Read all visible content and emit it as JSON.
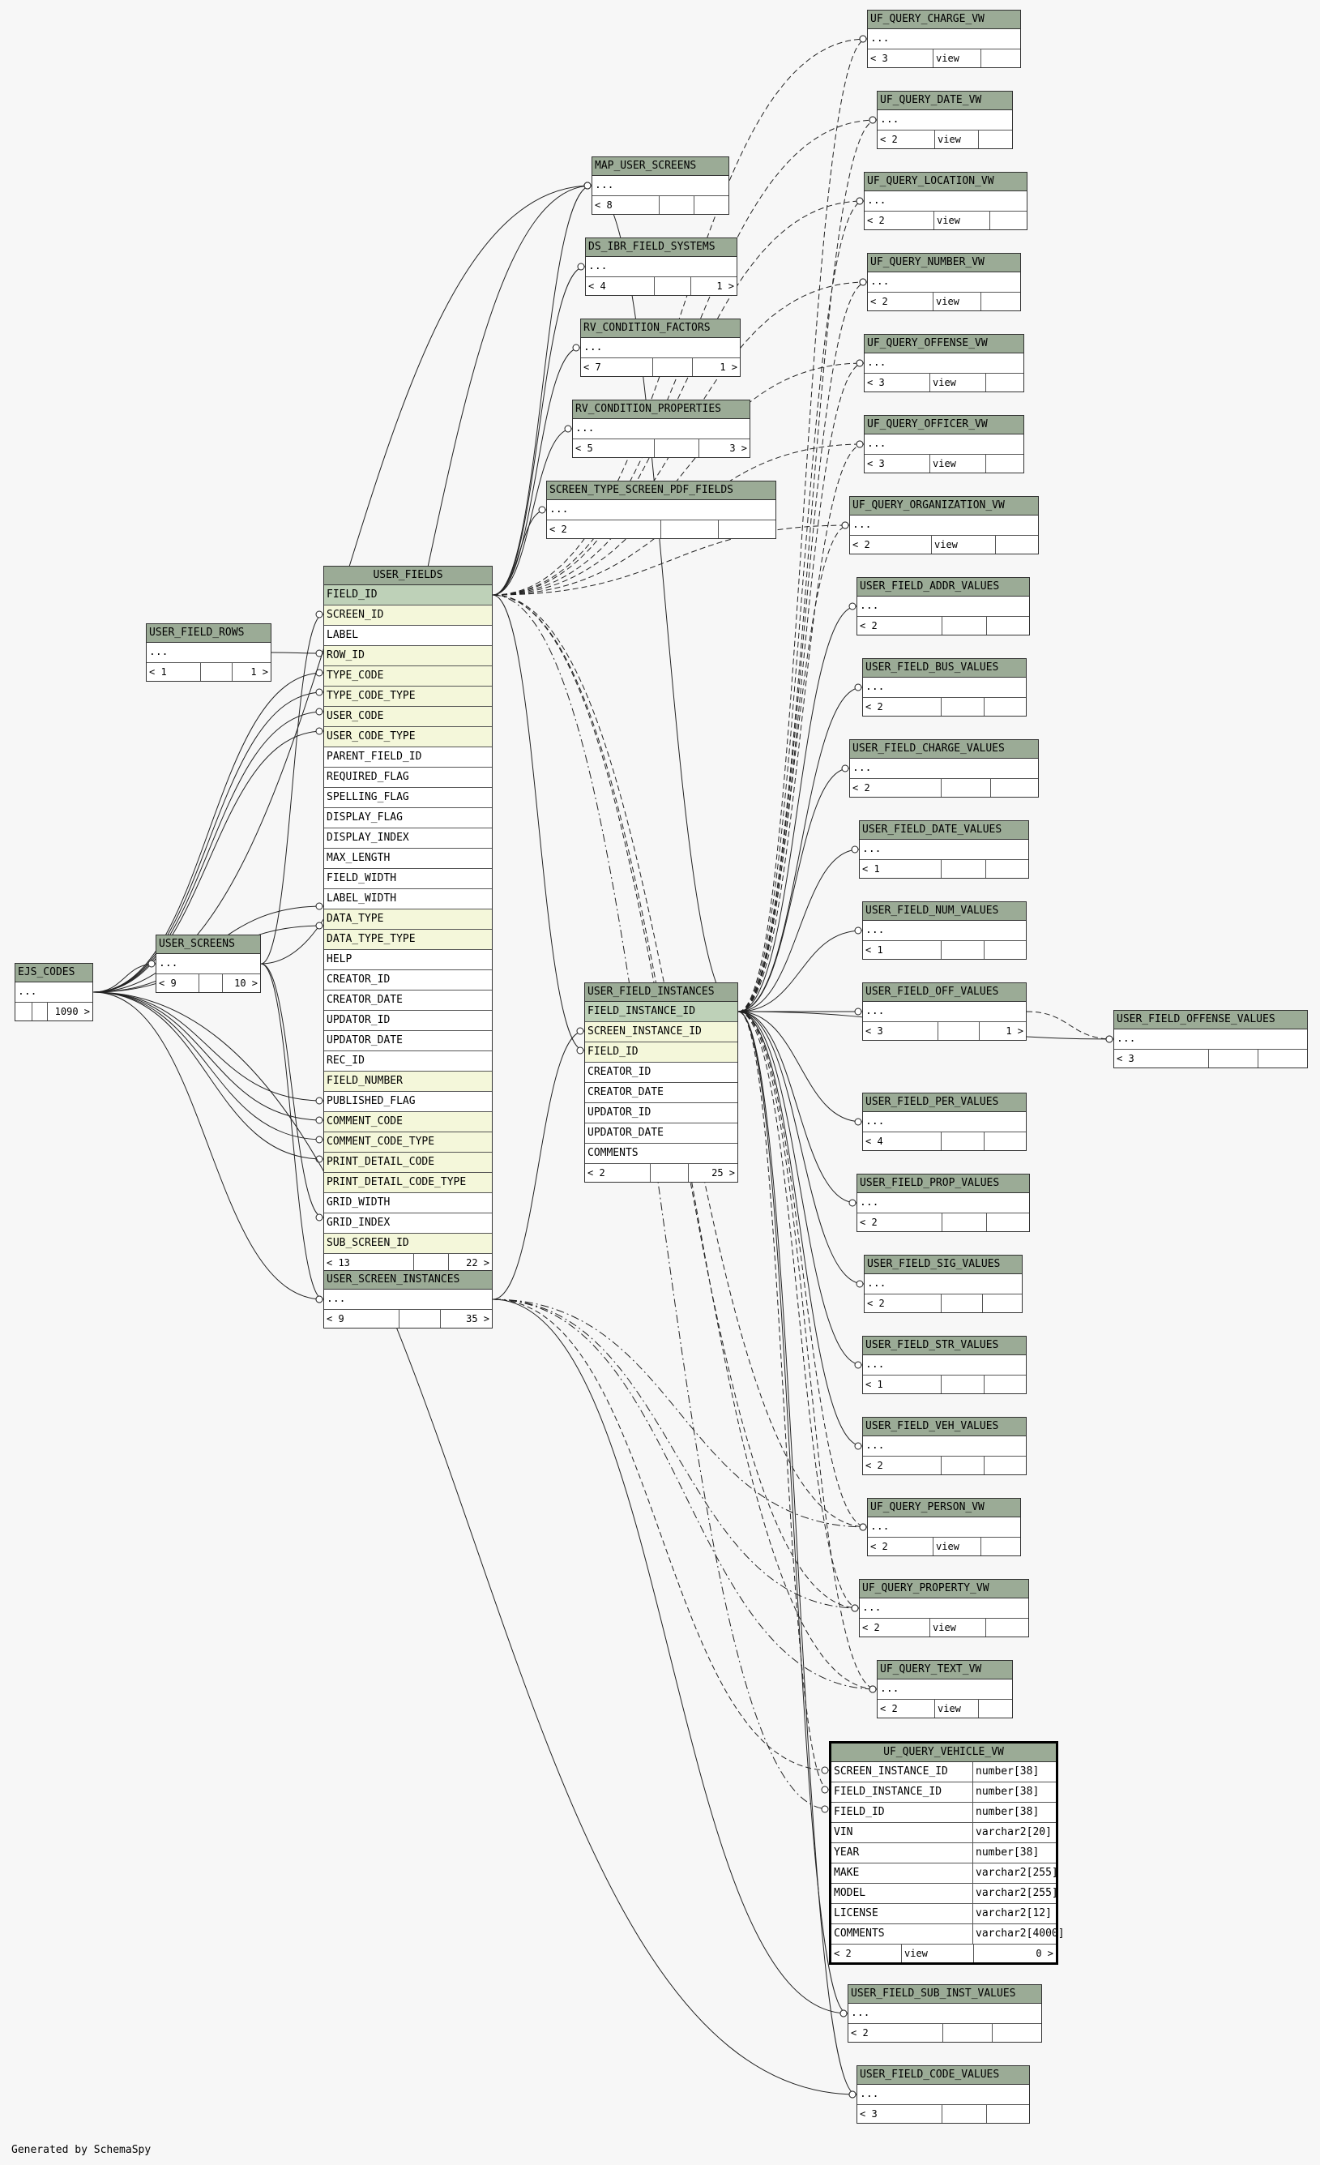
{
  "footer": {
    "generated_by": "Generated by SchemaSpy"
  },
  "tables": [
    {
      "id": "uf_query_charge_vw",
      "name": "UF_QUERY_CHARGE_VW",
      "rows": [
        {
          "t": "..."
        }
      ],
      "foot": [
        "< 3",
        "view",
        ""
      ]
    },
    {
      "id": "uf_query_date_vw",
      "name": "UF_QUERY_DATE_VW",
      "rows": [
        {
          "t": "..."
        }
      ],
      "foot": [
        "< 2",
        "view",
        ""
      ]
    },
    {
      "id": "uf_query_location_vw",
      "name": "UF_QUERY_LOCATION_VW",
      "rows": [
        {
          "t": "..."
        }
      ],
      "foot": [
        "< 2",
        "view",
        ""
      ]
    },
    {
      "id": "uf_query_number_vw",
      "name": "UF_QUERY_NUMBER_VW",
      "rows": [
        {
          "t": "..."
        }
      ],
      "foot": [
        "< 2",
        "view",
        ""
      ]
    },
    {
      "id": "uf_query_offense_vw",
      "name": "UF_QUERY_OFFENSE_VW",
      "rows": [
        {
          "t": "..."
        }
      ],
      "foot": [
        "< 3",
        "view",
        ""
      ]
    },
    {
      "id": "uf_query_officer_vw",
      "name": "UF_QUERY_OFFICER_VW",
      "rows": [
        {
          "t": "..."
        }
      ],
      "foot": [
        "< 3",
        "view",
        ""
      ]
    },
    {
      "id": "uf_query_organization_vw",
      "name": "UF_QUERY_ORGANIZATION_VW",
      "rows": [
        {
          "t": "..."
        }
      ],
      "foot": [
        "< 2",
        "view",
        ""
      ]
    },
    {
      "id": "map_user_screens",
      "name": "MAP_USER_SCREENS",
      "rows": [
        {
          "t": "..."
        }
      ],
      "foot": [
        "< 8",
        "",
        ""
      ]
    },
    {
      "id": "ds_ibr_field_systems",
      "name": "DS_IBR_FIELD_SYSTEMS",
      "rows": [
        {
          "t": "..."
        }
      ],
      "foot": [
        "< 4",
        "",
        "1 >"
      ]
    },
    {
      "id": "rv_condition_factors",
      "name": "RV_CONDITION_FACTORS",
      "rows": [
        {
          "t": "..."
        }
      ],
      "foot": [
        "< 7",
        "",
        "1 >"
      ]
    },
    {
      "id": "rv_condition_properties",
      "name": "RV_CONDITION_PROPERTIES",
      "rows": [
        {
          "t": "..."
        }
      ],
      "foot": [
        "< 5",
        "",
        "3 >"
      ]
    },
    {
      "id": "screen_type_screen_pdf_fields",
      "name": "SCREEN_TYPE_SCREEN_PDF_FIELDS",
      "rows": [
        {
          "t": "..."
        }
      ],
      "foot": [
        "< 2",
        "",
        ""
      ]
    },
    {
      "id": "user_fields",
      "name": "USER_FIELDS",
      "center": true,
      "rows": [
        {
          "t": "FIELD_ID",
          "k": "pk"
        },
        {
          "t": "SCREEN_ID",
          "k": "fk"
        },
        {
          "t": "LABEL"
        },
        {
          "t": "ROW_ID",
          "k": "fk"
        },
        {
          "t": "TYPE_CODE",
          "k": "fk"
        },
        {
          "t": "TYPE_CODE_TYPE",
          "k": "fk"
        },
        {
          "t": "USER_CODE",
          "k": "fk"
        },
        {
          "t": "USER_CODE_TYPE",
          "k": "fk"
        },
        {
          "t": "PARENT_FIELD_ID"
        },
        {
          "t": "REQUIRED_FLAG"
        },
        {
          "t": "SPELLING_FLAG"
        },
        {
          "t": "DISPLAY_FLAG"
        },
        {
          "t": "DISPLAY_INDEX"
        },
        {
          "t": "MAX_LENGTH"
        },
        {
          "t": "FIELD_WIDTH"
        },
        {
          "t": "LABEL_WIDTH"
        },
        {
          "t": "DATA_TYPE",
          "k": "fk"
        },
        {
          "t": "DATA_TYPE_TYPE",
          "k": "fk"
        },
        {
          "t": "HELP"
        },
        {
          "t": "CREATOR_ID"
        },
        {
          "t": "CREATOR_DATE"
        },
        {
          "t": "UPDATOR_ID"
        },
        {
          "t": "UPDATOR_DATE"
        },
        {
          "t": "REC_ID"
        },
        {
          "t": "FIELD_NUMBER",
          "k": "fk"
        },
        {
          "t": "PUBLISHED_FLAG"
        },
        {
          "t": "COMMENT_CODE",
          "k": "fk"
        },
        {
          "t": "COMMENT_CODE_TYPE",
          "k": "fk"
        },
        {
          "t": "PRINT_DETAIL_CODE",
          "k": "fk"
        },
        {
          "t": "PRINT_DETAIL_CODE_TYPE",
          "k": "fk"
        },
        {
          "t": "GRID_WIDTH"
        },
        {
          "t": "GRID_INDEX"
        },
        {
          "t": "SUB_SCREEN_ID",
          "k": "fk"
        }
      ],
      "foot": [
        "< 13",
        "",
        "22 >"
      ]
    },
    {
      "id": "user_field_rows",
      "name": "USER_FIELD_ROWS",
      "rows": [
        {
          "t": "..."
        }
      ],
      "foot": [
        "< 1",
        "",
        "1 >"
      ]
    },
    {
      "id": "user_screens",
      "name": "USER_SCREENS",
      "rows": [
        {
          "t": "..."
        }
      ],
      "foot": [
        "< 9",
        "",
        "10 >"
      ]
    },
    {
      "id": "ejs_codes",
      "name": "EJS_CODES",
      "rows": [
        {
          "t": "..."
        }
      ],
      "foot": [
        "",
        "",
        "1090 >"
      ]
    },
    {
      "id": "user_screen_instances",
      "name": "USER_SCREEN_INSTANCES",
      "rows": [
        {
          "t": "..."
        }
      ],
      "foot": [
        "< 9",
        "",
        "35 >"
      ]
    },
    {
      "id": "user_field_instances",
      "name": "USER_FIELD_INSTANCES",
      "rows": [
        {
          "t": "FIELD_INSTANCE_ID",
          "k": "pk"
        },
        {
          "t": "SCREEN_INSTANCE_ID",
          "k": "fk"
        },
        {
          "t": "FIELD_ID",
          "k": "fk"
        },
        {
          "t": "CREATOR_ID"
        },
        {
          "t": "CREATOR_DATE"
        },
        {
          "t": "UPDATOR_ID"
        },
        {
          "t": "UPDATOR_DATE"
        },
        {
          "t": "COMMENTS"
        }
      ],
      "foot": [
        "< 2",
        "",
        "25 >"
      ]
    },
    {
      "id": "user_field_addr_values",
      "name": "USER_FIELD_ADDR_VALUES",
      "rows": [
        {
          "t": "..."
        }
      ],
      "foot": [
        "< 2",
        "",
        ""
      ]
    },
    {
      "id": "user_field_bus_values",
      "name": "USER_FIELD_BUS_VALUES",
      "rows": [
        {
          "t": "..."
        }
      ],
      "foot": [
        "< 2",
        "",
        ""
      ]
    },
    {
      "id": "user_field_charge_values",
      "name": "USER_FIELD_CHARGE_VALUES",
      "rows": [
        {
          "t": "..."
        }
      ],
      "foot": [
        "< 2",
        "",
        ""
      ]
    },
    {
      "id": "user_field_date_values",
      "name": "USER_FIELD_DATE_VALUES",
      "rows": [
        {
          "t": "..."
        }
      ],
      "foot": [
        "< 1",
        "",
        ""
      ]
    },
    {
      "id": "user_field_num_values",
      "name": "USER_FIELD_NUM_VALUES",
      "rows": [
        {
          "t": "..."
        }
      ],
      "foot": [
        "< 1",
        "",
        ""
      ]
    },
    {
      "id": "user_field_off_values",
      "name": "USER_FIELD_OFF_VALUES",
      "rows": [
        {
          "t": "..."
        }
      ],
      "foot": [
        "< 3",
        "",
        "1 >"
      ]
    },
    {
      "id": "user_field_offense_values",
      "name": "USER_FIELD_OFFENSE_VALUES",
      "rows": [
        {
          "t": "..."
        }
      ],
      "foot": [
        "< 3",
        "",
        ""
      ]
    },
    {
      "id": "user_field_per_values",
      "name": "USER_FIELD_PER_VALUES",
      "rows": [
        {
          "t": "..."
        }
      ],
      "foot": [
        "< 4",
        "",
        ""
      ]
    },
    {
      "id": "user_field_prop_values",
      "name": "USER_FIELD_PROP_VALUES",
      "rows": [
        {
          "t": "..."
        }
      ],
      "foot": [
        "< 2",
        "",
        ""
      ]
    },
    {
      "id": "user_field_sig_values",
      "name": "USER_FIELD_SIG_VALUES",
      "rows": [
        {
          "t": "..."
        }
      ],
      "foot": [
        "< 2",
        "",
        ""
      ]
    },
    {
      "id": "user_field_str_values",
      "name": "USER_FIELD_STR_VALUES",
      "rows": [
        {
          "t": "..."
        }
      ],
      "foot": [
        "< 1",
        "",
        ""
      ]
    },
    {
      "id": "user_field_veh_values",
      "name": "USER_FIELD_VEH_VALUES",
      "rows": [
        {
          "t": "..."
        }
      ],
      "foot": [
        "< 2",
        "",
        ""
      ]
    },
    {
      "id": "uf_query_person_vw",
      "name": "UF_QUERY_PERSON_VW",
      "rows": [
        {
          "t": "..."
        }
      ],
      "foot": [
        "< 2",
        "view",
        ""
      ]
    },
    {
      "id": "uf_query_property_vw",
      "name": "UF_QUERY_PROPERTY_VW",
      "rows": [
        {
          "t": "..."
        }
      ],
      "foot": [
        "< 2",
        "view",
        ""
      ]
    },
    {
      "id": "uf_query_text_vw",
      "name": "UF_QUERY_TEXT_VW",
      "rows": [
        {
          "t": "..."
        }
      ],
      "foot": [
        "< 2",
        "view",
        ""
      ]
    },
    {
      "id": "uf_query_vehicle_vw",
      "name": "UF_QUERY_VEHICLE_VW",
      "selected": true,
      "center": true,
      "rows": [
        {
          "t": "SCREEN_INSTANCE_ID",
          "ty": "number[38]"
        },
        {
          "t": "FIELD_INSTANCE_ID",
          "ty": "number[38]"
        },
        {
          "t": "FIELD_ID",
          "ty": "number[38]"
        },
        {
          "t": "VIN",
          "ty": "varchar2[20]"
        },
        {
          "t": "YEAR",
          "ty": "number[38]"
        },
        {
          "t": "MAKE",
          "ty": "varchar2[255]"
        },
        {
          "t": "MODEL",
          "ty": "varchar2[255]"
        },
        {
          "t": "LICENSE",
          "ty": "varchar2[12]"
        },
        {
          "t": "COMMENTS",
          "ty": "varchar2[4000]"
        }
      ],
      "foot": [
        "< 2",
        "view",
        "0 >"
      ]
    },
    {
      "id": "user_field_sub_inst_values",
      "name": "USER_FIELD_SUB_INST_VALUES",
      "rows": [
        {
          "t": "..."
        }
      ],
      "foot": [
        "< 2",
        "",
        ""
      ]
    },
    {
      "id": "user_field_code_values",
      "name": "USER_FIELD_CODE_VALUES",
      "rows": [
        {
          "t": "..."
        }
      ],
      "foot": [
        "< 3",
        "",
        ""
      ]
    }
  ]
}
